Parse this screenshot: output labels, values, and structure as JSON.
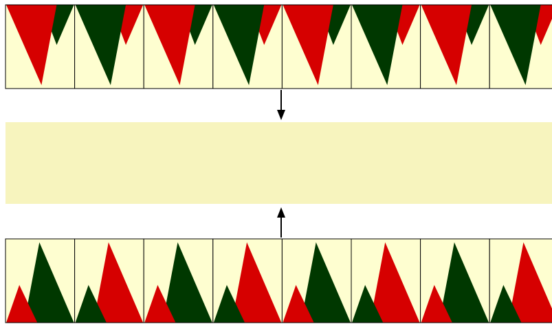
{
  "colors": {
    "background": "#ffffff",
    "cell_fill": "#fefed0",
    "target_strip": "#f7f4be",
    "red": "#d60000",
    "green": "#003800",
    "outline": "#000000",
    "arrow": "#000000"
  },
  "top_strip": {
    "cell_count": 8,
    "cells": [
      {
        "main": "red",
        "corner": "green"
      },
      {
        "main": "green",
        "corner": "red"
      },
      {
        "main": "red",
        "corner": "green"
      },
      {
        "main": "green",
        "corner": "red"
      },
      {
        "main": "red",
        "corner": "green"
      },
      {
        "main": "green",
        "corner": "red"
      },
      {
        "main": "red",
        "corner": "green"
      },
      {
        "main": "green",
        "corner": "red"
      }
    ]
  },
  "bottom_strip": {
    "cell_count": 8,
    "cells": [
      {
        "main": "green",
        "corner": "red"
      },
      {
        "main": "red",
        "corner": "green"
      },
      {
        "main": "green",
        "corner": "red"
      },
      {
        "main": "red",
        "corner": "green"
      },
      {
        "main": "green",
        "corner": "red"
      },
      {
        "main": "red",
        "corner": "green"
      },
      {
        "main": "green",
        "corner": "red"
      },
      {
        "main": "red",
        "corner": "green"
      }
    ]
  },
  "arrows": [
    {
      "name": "down-arrow",
      "direction": "down"
    },
    {
      "name": "up-arrow",
      "direction": "up"
    }
  ]
}
